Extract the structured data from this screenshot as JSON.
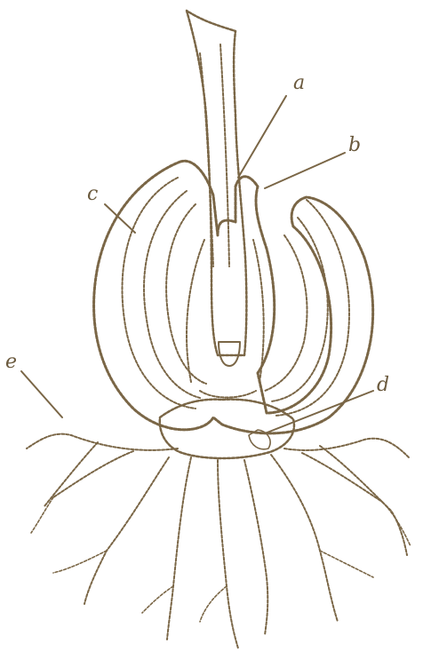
{
  "labels": {
    "a": "a",
    "b": "b",
    "c": "c",
    "d": "d",
    "e": "e"
  },
  "colors": {
    "ink": "#7a6646",
    "fill": "#d9cdb4",
    "background": "#ffffff"
  }
}
